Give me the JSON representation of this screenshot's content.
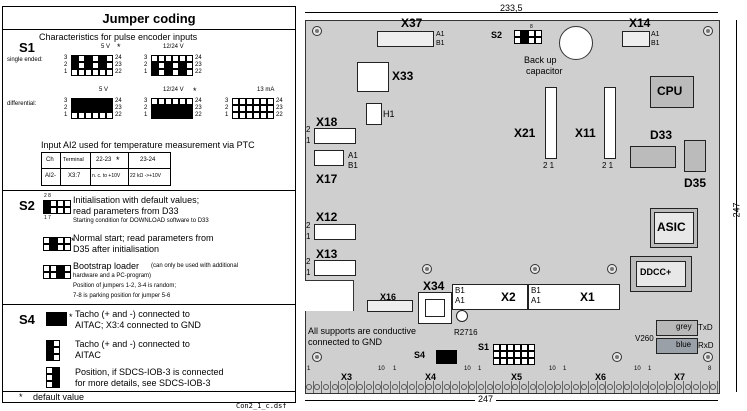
{
  "jumper_panel": {
    "title": "Jumper coding",
    "s1": {
      "label": "S1",
      "heading": "Characteristics for pulse encoder inputs",
      "single_ended": "single ended:",
      "differential": "differential:",
      "v5": "5 V",
      "v1224": "12/24 V",
      "ma13": "13 mA",
      "star": "*",
      "rows_left": [
        "3",
        "2",
        "1"
      ],
      "rows_right": [
        "24",
        "23",
        "22"
      ],
      "ai2_heading": "Input AI2 used for temperature measurement via PTC",
      "table": {
        "h1": "Ch",
        "h2": "Terminal",
        "h3": "22-23",
        "h4": "23-24",
        "r1": "AI2-",
        "r2": "X3:7",
        "r3": "n. c. to +10V",
        "r4": "22 kΩ ->+10V"
      }
    },
    "s2": {
      "label": "S2",
      "pin_top": "2    8",
      "pin_bot": "1    7",
      "opt1_title": "Initialisation with default values;",
      "opt1_line2": "read parameters from D33",
      "opt1_small": "Starting condition for DOWNLOAD software to D33",
      "opt2_line1": "Normal start; read parameters from",
      "opt2_line2": "D35 after initialisation",
      "opt3_title": "Bootstrap loader",
      "opt3_small1": "(can only be used with additional",
      "opt3_small2": "hardware and a PC-program)",
      "opt3_small3": "Position of jumpers 1-2, 3-4 is random;",
      "opt3_small4": "7-8 is parking position for jumper 5-6"
    },
    "s4": {
      "label": "S4",
      "opt1_line1": "Tacho (+ and -) connected to",
      "opt1_line2": "AITAC; X3:4 connected to GND",
      "opt2_line1": "Tacho (+ and -) connected to",
      "opt2_line2": "AITAC",
      "opt3_line1": "Position, if SDCS-IOB-3 is connected",
      "opt3_line2": "for more details, see SDCS-IOB-3"
    },
    "footer": "default value"
  },
  "board": {
    "dim_top": "233,5",
    "dim_right": "247",
    "dim_bottom": "247",
    "X37": "X37",
    "X14": "X14",
    "S2": "S2",
    "A1": "A1",
    "B1": "B1",
    "backup1": "Back up",
    "backup2": "capacitor",
    "X33": "X33",
    "CPU": "CPU",
    "H1": "H1",
    "X18": "X18",
    "X21": "X21",
    "X11": "X11",
    "D33": "D33",
    "X17": "X17",
    "D35": "D35",
    "X12": "X12",
    "ASIC": "ASIC",
    "X13": "X13",
    "DDCC": "DDCC+",
    "X34": "X34",
    "X16": "X16",
    "X2": "X2",
    "X1": "X1",
    "R2716": "R2716",
    "supports1": "All supports are conductive",
    "supports2": "connected to GND",
    "S4": "S4",
    "S1": "S1",
    "grey": "grey",
    "blue": "blue",
    "TxD": "TxD",
    "RxD": "RxD",
    "V260": "V260",
    "X3": "X3",
    "X4": "X4",
    "X5": "X5",
    "X6": "X6",
    "X7": "X7",
    "one": "1",
    "ten": "10",
    "eight": "8",
    "n2": "2",
    "n1": "1",
    "two_one": "2 1",
    "file": "Con2_1_c.dsf"
  }
}
